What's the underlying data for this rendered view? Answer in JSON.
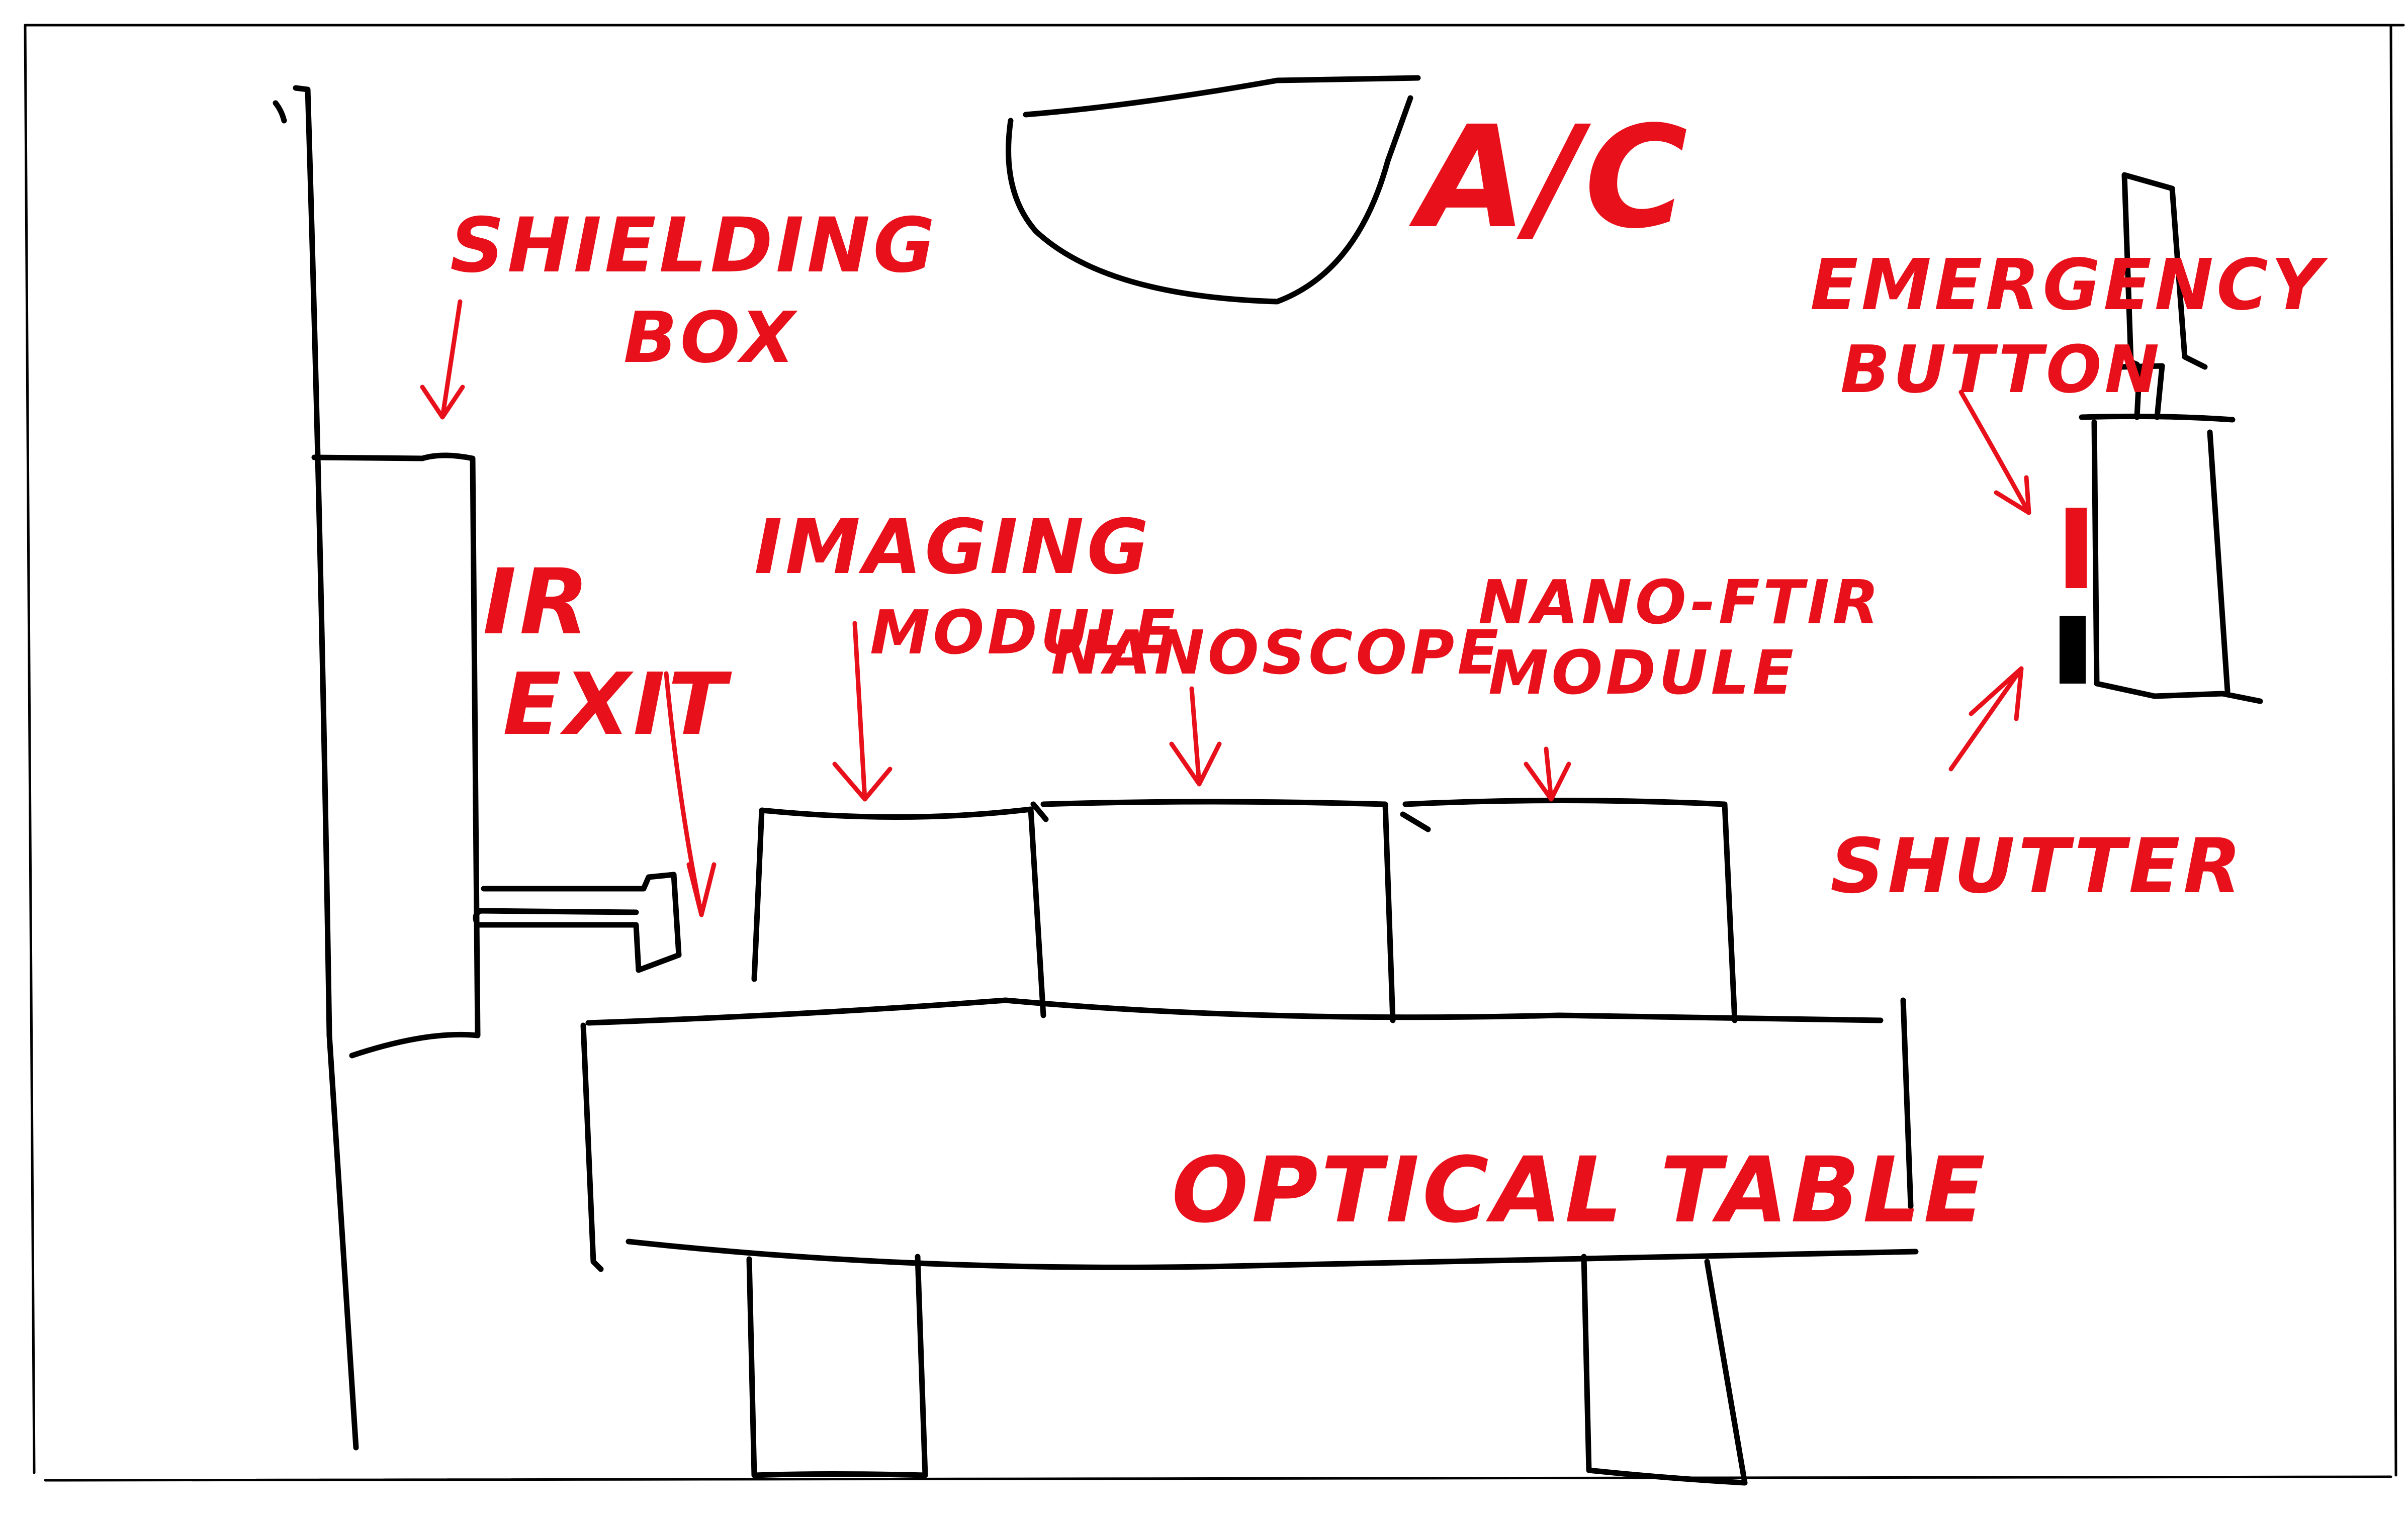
{
  "colors": {
    "ink": "#000000",
    "annotation": "#e8101a",
    "background": "#ffffff"
  },
  "labels": {
    "shielding_box": [
      "SHIELDING",
      "BOX"
    ],
    "ac": "A/C",
    "emergency_button": [
      "EMERGENCY",
      "BUTTON"
    ],
    "ir_exit": [
      "IR",
      "EXIT"
    ],
    "imaging_module": [
      "IMAGING",
      "MODULE"
    ],
    "nanoscope": "NANOSCOPE",
    "nano_ftir_module": [
      "NANO-FTIR",
      "MODULE"
    ],
    "shutter": "SHUTTER",
    "optical_table": "OPTICAL TABLE"
  }
}
